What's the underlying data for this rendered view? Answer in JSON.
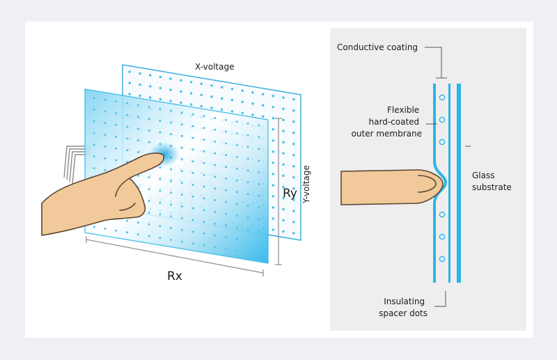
{
  "left_diagram": {
    "x_voltage_label": "X-voltage",
    "y_voltage_label": "Y-voltage",
    "rx_label": "Rx",
    "ry_label": "Ry"
  },
  "right_diagram": {
    "conductive_coating_label": "Conductive coating",
    "membrane_label_lines": [
      "Flexible",
      "hard-coated",
      "outer membrane"
    ],
    "glass_label_lines": [
      "Glass",
      "substrate"
    ],
    "spacer_label_lines": [
      "Insulating",
      "spacer dots"
    ]
  },
  "colors": {
    "glass_blue": "#29b5e8",
    "dot_blue": "#4fc3ea",
    "skin": "#f2c99a",
    "skin_outline": "#5a4636",
    "panel_bg": "#eeeeee"
  }
}
